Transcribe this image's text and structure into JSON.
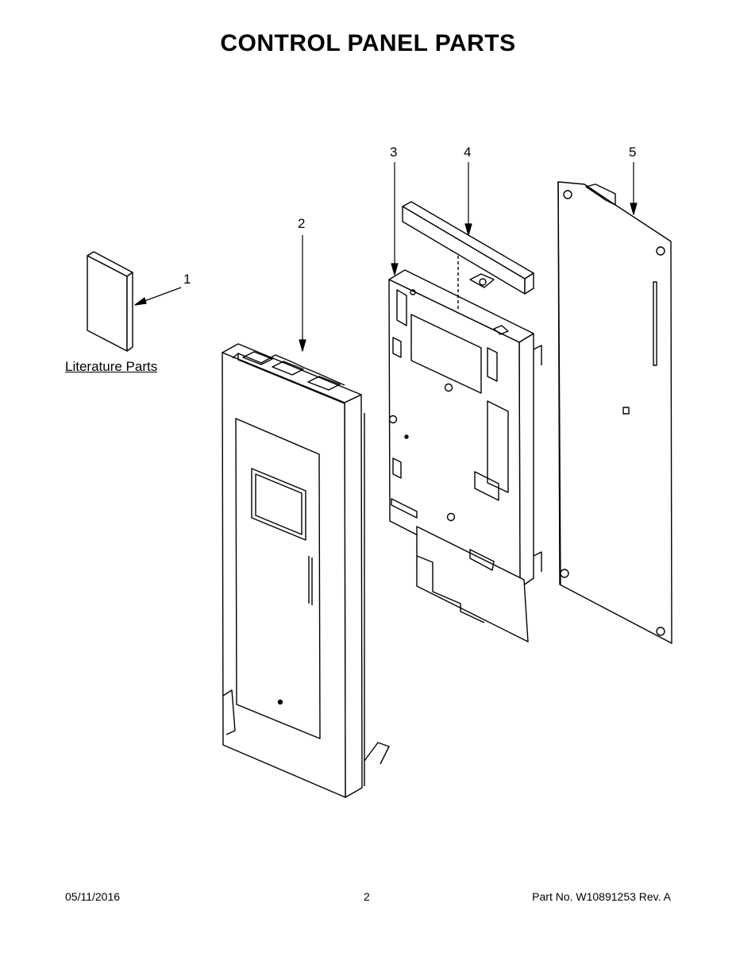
{
  "title": "CONTROL PANEL PARTS",
  "callouts": [
    "1",
    "2",
    "3",
    "4",
    "5"
  ],
  "literature_label": "Literature Parts",
  "footer": {
    "date": "05/11/2016",
    "page": "2",
    "part_no": "Part No.  W10891253  Rev.  A"
  }
}
